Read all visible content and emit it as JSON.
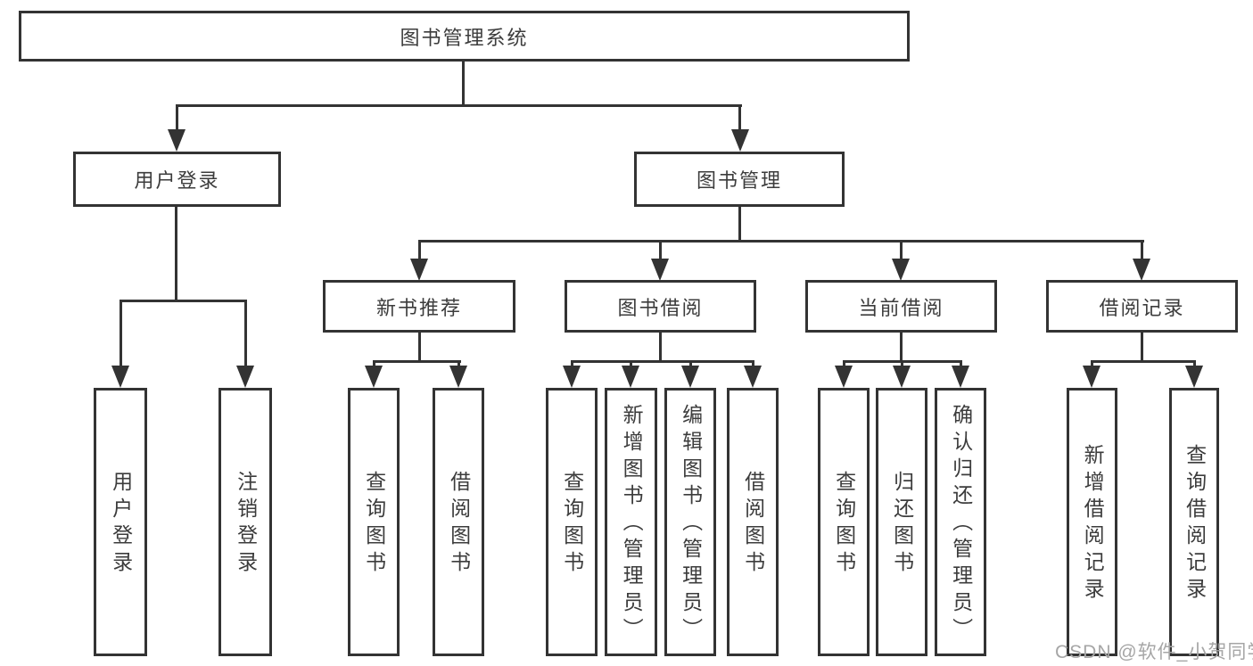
{
  "diagram": {
    "root": {
      "label": "图书管理系统"
    },
    "branches": [
      {
        "label": "用户登录",
        "children": [
          {
            "label": "用户登录"
          },
          {
            "label": "注销登录"
          }
        ]
      },
      {
        "label": "图书管理",
        "children": [
          {
            "label": "新书推荐",
            "children": [
              {
                "label": "查询图书"
              },
              {
                "label": "借阅图书"
              }
            ]
          },
          {
            "label": "图书借阅",
            "children": [
              {
                "label": "查询图书"
              },
              {
                "label": "新增图书（管理员）"
              },
              {
                "label": "编辑图书（管理员）"
              },
              {
                "label": "借阅图书"
              }
            ]
          },
          {
            "label": "当前借阅",
            "children": [
              {
                "label": "查询图书"
              },
              {
                "label": "归还图书"
              },
              {
                "label": "确认归还（管理员）"
              }
            ]
          },
          {
            "label": "借阅记录",
            "children": [
              {
                "label": "新增借阅记录"
              },
              {
                "label": "查询借阅记录"
              }
            ]
          }
        ]
      }
    ]
  },
  "watermark": {
    "text": "CSDN @软件_小贺同学"
  },
  "colors": {
    "line": "#333333",
    "text": "#3c3c3c",
    "watermark": "#a6a6a6",
    "background": "#ffffff"
  }
}
